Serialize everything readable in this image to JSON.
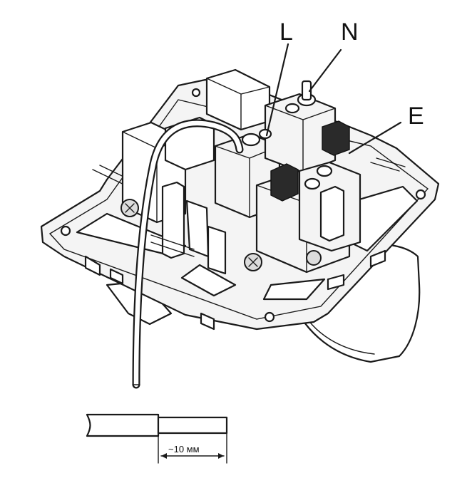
{
  "labels": {
    "live": "L",
    "neutral": "N",
    "earth": "E"
  },
  "dimension": {
    "strip_length": "~10 мм"
  }
}
